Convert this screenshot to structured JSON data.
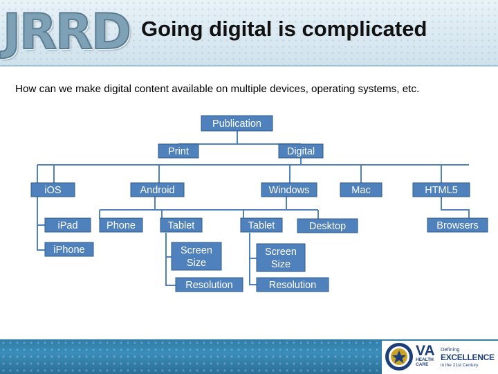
{
  "header": {
    "logo_text": "JRRD",
    "title": "Going digital is complicated"
  },
  "subtitle": "How can we make digital content available on multiple devices, operating systems, etc.",
  "diagram": {
    "nodes": {
      "publication": "Publication",
      "print": "Print",
      "digital": "Digital",
      "ios": "iOS",
      "android": "Android",
      "windows": "Windows",
      "mac": "Mac",
      "html5": "HTML5",
      "ipad": "iPad",
      "iphone": "iPhone",
      "android_phone": "Phone",
      "android_tablet": "Tablet",
      "android_screen_size_line1": "Screen",
      "android_screen_size_line2": "Size",
      "android_resolution": "Resolution",
      "windows_tablet": "Tablet",
      "windows_desktop": "Desktop",
      "windows_screen_size_line1": "Screen",
      "windows_screen_size_line2": "Size",
      "windows_resolution": "Resolution",
      "browsers": "Browsers"
    }
  },
  "footer": {
    "va_logo": "VA",
    "va_sub": "HEALTH CARE",
    "tagline_line1": "Defining",
    "tagline_line2": "EXCELLENCE",
    "tagline_line3": "in the 21st Century"
  },
  "colors": {
    "node_fill": "#4f81bd",
    "header_bg": "#dbe9f1",
    "footer_bg": "#2f7ca6"
  }
}
